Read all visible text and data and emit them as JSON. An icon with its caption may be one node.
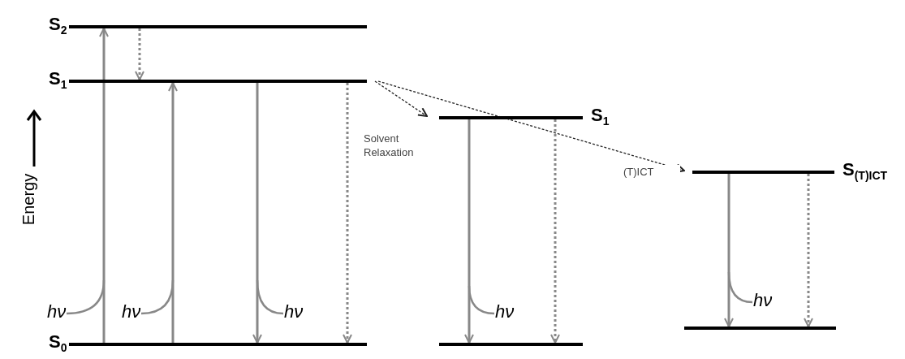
{
  "diagram": {
    "nodes": [
      {
        "text": [
          "S$_{2}$"
        ]
      },
      {
        "text": [
          "S$_{1}$"
        ]
      },
      {
        "text": [
          "S$_{0}$"
        ]
      },
      {
        "text": [
          "S$_{1}$"
        ]
      },
      {
        "text": [],
        "shape": "bar"
      },
      {
        "text": [
          "S$_{(T)ICT}$"
        ]
      },
      {
        "text": [],
        "shape": "bar"
      },
      {
        "text": [
          "hν"
        ]
      },
      {
        "text": [
          "hν"
        ]
      },
      {
        "text": [
          "hν"
        ]
      },
      {
        "text": [
          "hν"
        ]
      },
      {
        "text": [
          "hν"
        ]
      }
    ],
    "edges": [
      {
        "from": 2,
        "to": 0,
        "arrow": "to"
      },
      {
        "from": 0,
        "to": 1,
        "arrow": "to",
        "style": "dashed"
      },
      {
        "from": 2,
        "to": 1,
        "arrow": "to"
      },
      {
        "from": 1,
        "to": 2,
        "arrow": "to"
      },
      {
        "from": 1,
        "to": 2,
        "arrow": "to",
        "style": "dashed"
      },
      {
        "from": 1,
        "to": 3,
        "arrow": "to",
        "style": "dashed",
        "color": "#222222",
        "label": "Solvent Relaxation"
      },
      {
        "from": 1,
        "to": 5,
        "arrow": "to",
        "style": "dashed",
        "color": "#222222",
        "label": "(T)ICT"
      },
      {
        "from": 3,
        "to": 4,
        "arrow": "to"
      },
      {
        "from": 3,
        "to": 4,
        "arrow": "to",
        "style": "dashed"
      },
      {
        "from": 5,
        "to": 6,
        "arrow": "to"
      },
      {
        "from": 5,
        "to": 6,
        "arrow": "to",
        "style": "dashed"
      },
      {
        "from": 7,
        "to": null,
        "arrow": "none"
      },
      {
        "from": 8,
        "to": null,
        "arrow": "none"
      },
      {
        "from": 9,
        "to": null,
        "arrow": "none"
      },
      {
        "from": 10,
        "to": null,
        "arrow": "none"
      },
      {
        "from": 11,
        "to": null,
        "arrow": "none"
      }
    ],
    "labels": [
      "Energy"
    ]
  }
}
